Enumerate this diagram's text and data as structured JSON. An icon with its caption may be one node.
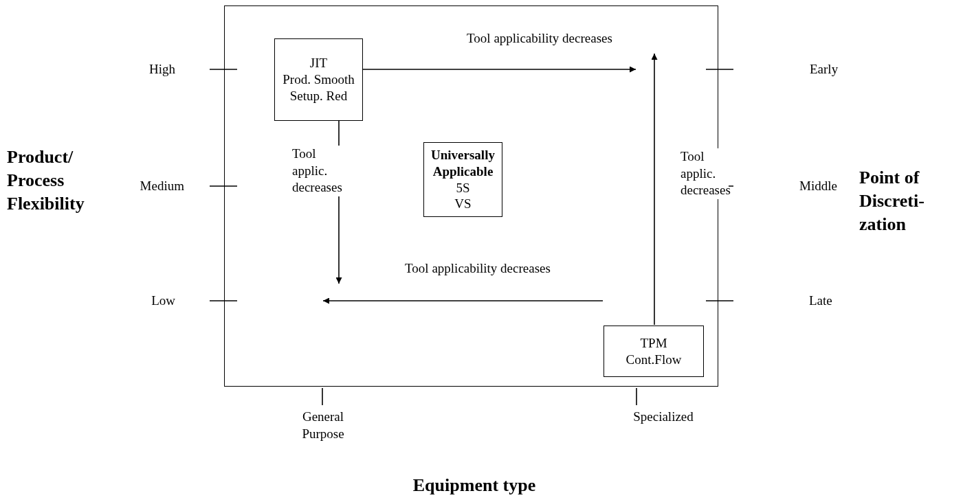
{
  "diagram": {
    "nodes": [
      {
        "text": [],
        "shape": "box"
      },
      {
        "text": [
          "JIT",
          "Prod. Smooth",
          "Setup. Red"
        ],
        "in": 0
      },
      {
        "text": [
          "Universally Applicable",
          "5S",
          "VS"
        ],
        "in": 0
      },
      {
        "text": [
          "TPM",
          "Cont.Flow"
        ],
        "in": 0
      }
    ],
    "edges": [
      {
        "from": 1,
        "to": null,
        "arrow": "to",
        "label": "Tool applicability decreases"
      },
      {
        "from": 1,
        "to": null,
        "arrow": "to",
        "label": "Tool applic. decreases"
      },
      {
        "from": 3,
        "to": null,
        "arrow": "to",
        "label": "Tool applic. decreases"
      },
      {
        "from": 3,
        "to": null,
        "arrow": "to",
        "label": "Tool applicability decreases"
      }
    ],
    "labels": [
      "High",
      "Early",
      "Product/ Process Flexibility",
      "Medium",
      "Middle",
      "Point of Discreti- zation",
      "Low",
      "Late",
      "General Purpose",
      "Specialized",
      "Equipment type"
    ]
  }
}
